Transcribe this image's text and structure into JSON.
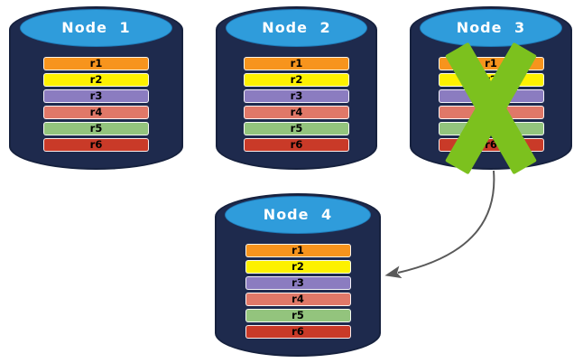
{
  "diagram": {
    "description": "Four database node cylinders; Node 3 is crossed out (failed) with an arrow pointing to replacement Node 4",
    "colors": {
      "background": "#FFFFFF",
      "cylinder_body": "#1E2A4D",
      "cylinder_top": "#2F9CDB",
      "node_label_text": "#FFFFFF",
      "row_label_text": "#000000",
      "failure_x": "#7CC11E",
      "arrow": "#595959"
    },
    "nodes": [
      {
        "label": "Node 1",
        "failed": false,
        "rows": [
          {
            "label": "r1",
            "color": "#F7941D"
          },
          {
            "label": "r2",
            "color": "#FDF100"
          },
          {
            "label": "r3",
            "color": "#8B7CC0"
          },
          {
            "label": "r4",
            "color": "#E07868"
          },
          {
            "label": "r5",
            "color": "#93C47D"
          },
          {
            "label": "r6",
            "color": "#C93A28"
          }
        ]
      },
      {
        "label": "Node 2",
        "failed": false,
        "rows": [
          {
            "label": "r1",
            "color": "#F7941D"
          },
          {
            "label": "r2",
            "color": "#FDF100"
          },
          {
            "label": "r3",
            "color": "#8B7CC0"
          },
          {
            "label": "r4",
            "color": "#E07868"
          },
          {
            "label": "r5",
            "color": "#93C47D"
          },
          {
            "label": "r6",
            "color": "#C93A28"
          }
        ]
      },
      {
        "label": "Node 3",
        "failed": true,
        "rows": [
          {
            "label": "r1",
            "color": "#F7941D"
          },
          {
            "label": "r2",
            "color": "#FDF100"
          },
          {
            "label": "r3",
            "color": "#8B7CC0"
          },
          {
            "label": "r4",
            "color": "#E07868"
          },
          {
            "label": "r5",
            "color": "#93C47D"
          },
          {
            "label": "r6",
            "color": "#C93A28"
          }
        ]
      },
      {
        "label": "Node 4",
        "failed": false,
        "rows": [
          {
            "label": "r1",
            "color": "#F7941D"
          },
          {
            "label": "r2",
            "color": "#FDF100"
          },
          {
            "label": "r3",
            "color": "#8B7CC0"
          },
          {
            "label": "r4",
            "color": "#E07868"
          },
          {
            "label": "r5",
            "color": "#93C47D"
          },
          {
            "label": "r6",
            "color": "#C93A28"
          }
        ]
      }
    ],
    "arrow": {
      "from_node": "Node 3",
      "to_node": "Node 4"
    }
  }
}
